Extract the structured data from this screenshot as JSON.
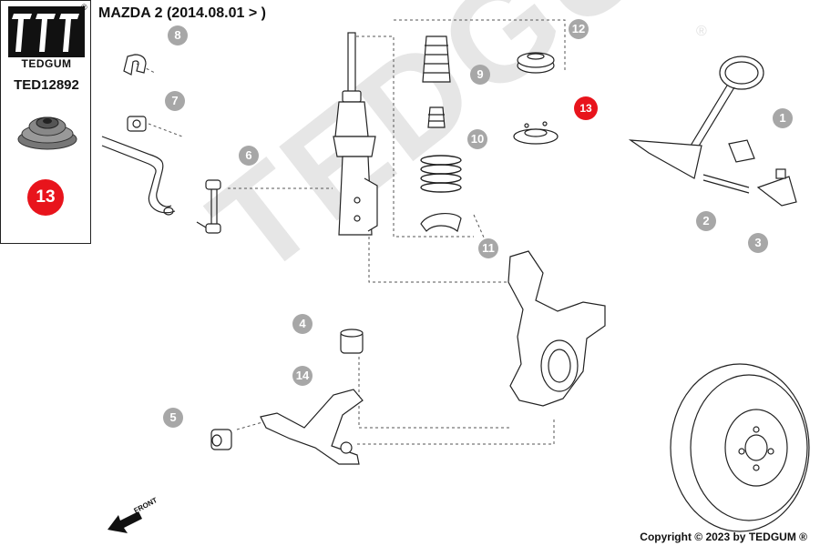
{
  "brand": {
    "name": "TEDGUM",
    "registered": "®"
  },
  "part_number": "TED12892",
  "part_badge": "13",
  "title": "MAZDA 2 (2014.08.01 > )",
  "copyright": "Copyright © 2023 by TEDGUM ®",
  "watermark": {
    "text": "TEDGUM",
    "registered": "®"
  },
  "front_label": "FRONT",
  "callouts": {
    "c1": "1",
    "c2": "2",
    "c3": "3",
    "c4": "4",
    "c5": "5",
    "c6": "6",
    "c7": "7",
    "c8": "8",
    "c9": "9",
    "c10": "10",
    "c11": "11",
    "c12": "12",
    "c13": "13",
    "c14": "14"
  },
  "colors": {
    "highlight": "#e8141c",
    "callout": "#a7a7a7",
    "line": "#333333",
    "watermark": "#e6e6e6"
  }
}
